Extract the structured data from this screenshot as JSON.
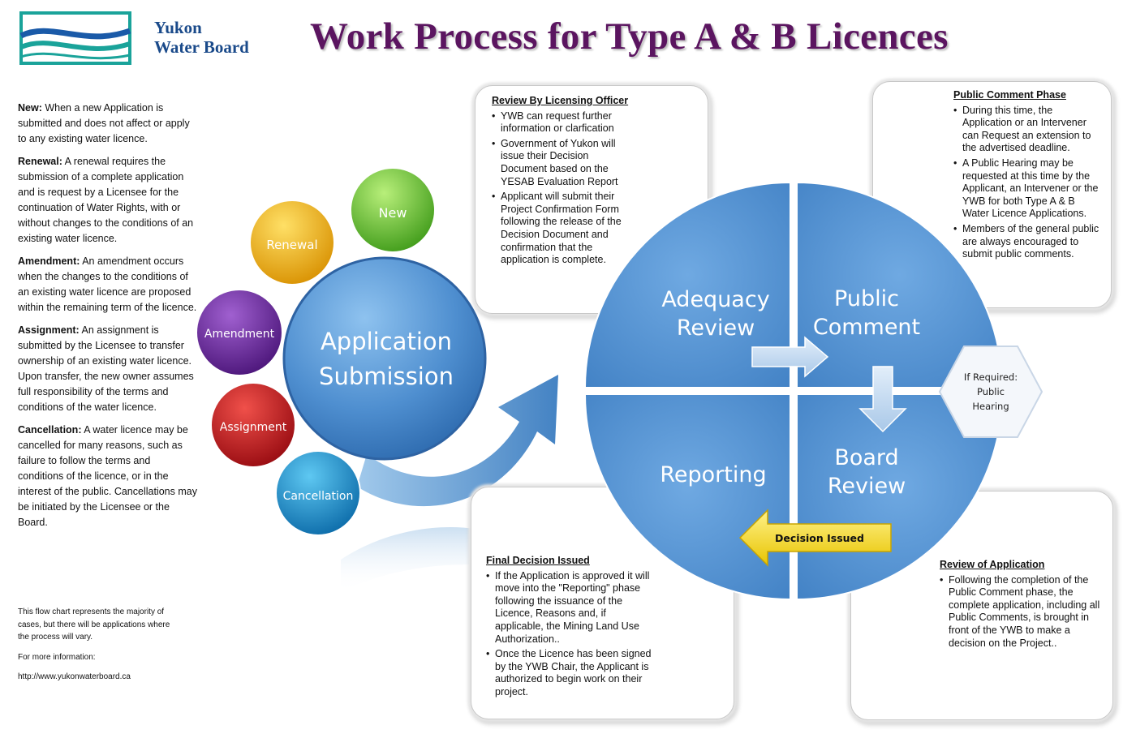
{
  "header": {
    "org_line1": "Yukon",
    "org_line2": "Water Board",
    "title": "Work Process for Type A & B Licences"
  },
  "definitions": [
    {
      "term": "New:",
      "text": " When a new Application is submitted and does not affect or apply to any existing water licence."
    },
    {
      "term": "Renewal:",
      "text": " A renewal requires the submission of a complete application and is request by a Licensee for the continuation of Water Rights, with or without changes to the conditions of an existing water licence."
    },
    {
      "term": "Amendment:",
      "text": " An amendment occurs when the changes to the conditions of an existing water licence are proposed within the remaining term of the licence."
    },
    {
      "term": "Assignment:",
      "text": " An assignment is submitted by the Licensee to transfer ownership of an existing water licence. Upon transfer, the new owner assumes full responsibility of the terms and conditions of the water licence."
    },
    {
      "term": "Cancellation:",
      "text": " A water licence may be cancelled for many reasons, such as failure to follow the terms and conditions of the licence, or in the interest of the public. Cancellations may be initiated by the Licensee or the Board."
    }
  ],
  "footer": {
    "note": "This flow chart represents the majority of cases, but there will be applications where the process will vary.",
    "more_info": "For more information:",
    "url": "http://www.yukonwaterboard.ca"
  },
  "application_types": {
    "new": "New",
    "renewal": "Renewal",
    "amendment": "Amendment",
    "assignment": "Assignment",
    "cancellation": "Cancellation"
  },
  "application_submission": {
    "line1": "Application",
    "line2": "Submission"
  },
  "quadrants": {
    "adequacy": {
      "line1": "Adequacy",
      "line2": "Review"
    },
    "public": {
      "line1": "Public",
      "line2": "Comment"
    },
    "reporting": {
      "line1": "Reporting"
    },
    "board": {
      "line1": "Board",
      "line2": "Review"
    }
  },
  "decision_arrow_label": "Decision Issued",
  "hexagon": {
    "line1": "If Required:",
    "line2": "Public",
    "line3": "Hearing"
  },
  "callouts": {
    "review_by_officer": {
      "heading": "Review By Licensing Officer",
      "bullets": [
        "YWB can request further information or clarfication",
        "Government of Yukon will issue their Decision Document based on the YESAB Evaluation Report",
        "Applicant will submit their Project Confirmation Form following the release of the Decision Document and confirmation that the application is complete."
      ]
    },
    "public_comment_phase": {
      "heading": "Public Comment Phase",
      "bullets": [
        "During this time, the Application or an Intervener can Request an extension to the advertised deadline.",
        "A Public Hearing may be requested at this time by the Applicant, an Intervener or the YWB for both Type A & B Water Licence Applications.",
        "Members of the general public are always encouraged to submit public comments."
      ]
    },
    "final_decision": {
      "heading": "Final Decision Issued",
      "bullets": [
        "If the Application is approved it will move into the \"Reporting\" phase following the issuance of the Licence, Reasons and, if applicable, the Mining Land Use Authorization..",
        "Once the Licence has been signed by the YWB Chair, the Applicant is authorized to begin work on their project."
      ]
    },
    "review_of_application": {
      "heading": "Review of Application",
      "bullets": [
        "Following the completion of  the Public Comment phase, the complete application, including all Public Comments, is brought in front of the YWB to make a decision on the Project.."
      ]
    }
  },
  "colors": {
    "title": "#5b1560",
    "org": "#1a4a8a",
    "blue_main": "#5a9ad6",
    "new": "#7ac943",
    "renewal": "#f0b200",
    "amendment": "#6a2a9a",
    "assignment": "#c0151b",
    "cancellation": "#1b8fc8",
    "decision_arrow": "#f5e23a"
  }
}
